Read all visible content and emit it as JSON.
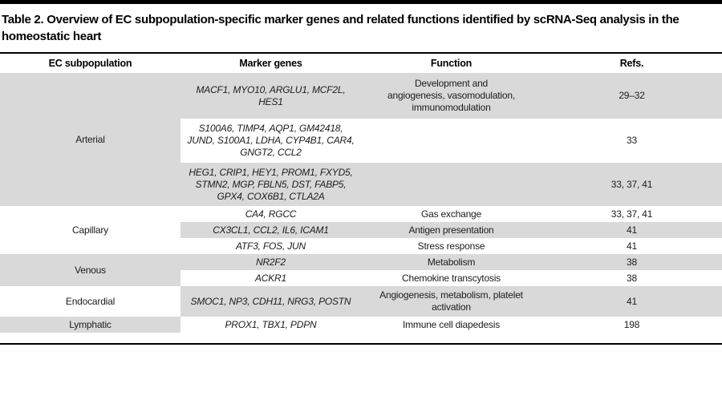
{
  "title": "Table 2. Overview of EC subpopulation-specific marker genes and related functions identified by scRNA-Seq analysis in the\nhomeostatic heart",
  "colors": {
    "stripe_gray": "#d9d9d9",
    "rule_black": "#000000"
  },
  "table": {
    "headers": [
      "EC subpopulation",
      "Marker genes",
      "Function",
      "Refs."
    ],
    "groups": [
      {
        "label": "Arterial",
        "rows": 3
      },
      {
        "label": "Capillary",
        "rows": 3
      },
      {
        "label": "Venous",
        "rows": 2
      },
      {
        "label": "Endocardial",
        "rows": 1
      },
      {
        "label": "Lymphatic",
        "rows": 1
      }
    ],
    "rows": [
      {
        "markers": "MACF1, MYO10, ARGLU1, MCF2L,\nHES1",
        "function": "Development and\nangiogenesis, vasomodulation,\nimmunomodulation",
        "refs": "29–32"
      },
      {
        "markers": "S100A6, TIMP4, AQP1, GM42418,\nJUND, S100A1, LDHA, CYP4B1, CAR4,\nGNGT2, CCL2",
        "function": "",
        "refs": "33"
      },
      {
        "markers": "HEG1, CRIP1, HEY1, PROM1, FXYD5,\nSTMN2, MGP, FBLN5, DST, FABP5,\nGPX4, COX6B1, CTLA2A",
        "function": "",
        "refs": "33, 37, 41"
      },
      {
        "markers": "CA4, RGCC",
        "function": "Gas exchange",
        "refs": "33, 37, 41"
      },
      {
        "markers": "CX3CL1, CCL2, IL6, ICAM1",
        "function": "Antigen presentation",
        "refs": "41"
      },
      {
        "markers": "ATF3, FOS, JUN",
        "function": "Stress response",
        "refs": "41"
      },
      {
        "markers": "NR2F2",
        "function": "Metabolism",
        "refs": "38"
      },
      {
        "markers": "ACKR1",
        "function": "Chemokine transcytosis",
        "refs": "38"
      },
      {
        "markers": "SMOC1, NP3, CDH11, NRG3, POSTN",
        "function": "Angiogenesis, metabolism, platelet\nactivation",
        "refs": "41"
      },
      {
        "markers": "PROX1, TBX1, PDPN",
        "function": "Immune cell diapedesis",
        "refs": "198"
      }
    ]
  }
}
